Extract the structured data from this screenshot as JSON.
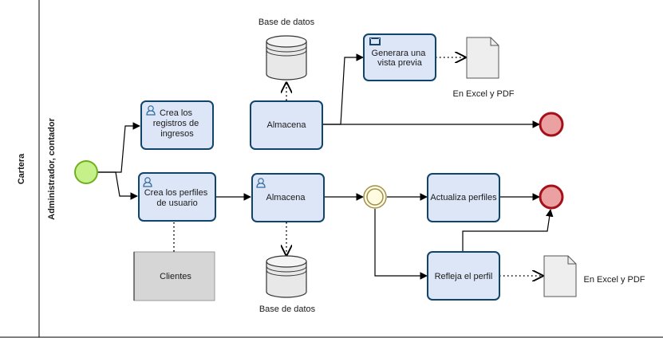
{
  "pool": {
    "label": "Cartera"
  },
  "lane": {
    "label": "Administrador, contador"
  },
  "tasks": {
    "crea_registros": {
      "label_lines": [
        "Crea los",
        "registros de",
        "ingresos"
      ]
    },
    "almacena_top": {
      "label_lines": [
        "Almacena"
      ]
    },
    "generar_vista": {
      "label_lines": [
        "Generara una",
        "vista previa"
      ]
    },
    "crea_perfiles": {
      "label_lines": [
        "Crea los perfiles",
        "de usuario"
      ]
    },
    "almacena_bottom": {
      "label_lines": [
        "Almacena"
      ]
    },
    "actualiza": {
      "label_lines": [
        "Actualiza perfiles"
      ]
    },
    "refleja": {
      "label_lines": [
        "Refleja el perfil"
      ]
    }
  },
  "data_stores": {
    "top": {
      "label": "Base de datos"
    },
    "bottom": {
      "label": "Base de datos"
    }
  },
  "documents": {
    "top": {
      "label": "En Excel y PDF"
    },
    "bottom": {
      "label": "En Excel y PDF"
    }
  },
  "external": {
    "label": "Clientes"
  },
  "colors": {
    "task_fill": "#dde6f7",
    "task_stroke": "#10456b",
    "start_fill": "#c5f08a",
    "start_stroke": "#6fb01e",
    "end_fill": "#eba1a1",
    "end_stroke": "#a4111a",
    "gateway_fill": "#fffbe0",
    "gateway_stroke": "#a09050",
    "external_fill": "#d6d6d6"
  }
}
